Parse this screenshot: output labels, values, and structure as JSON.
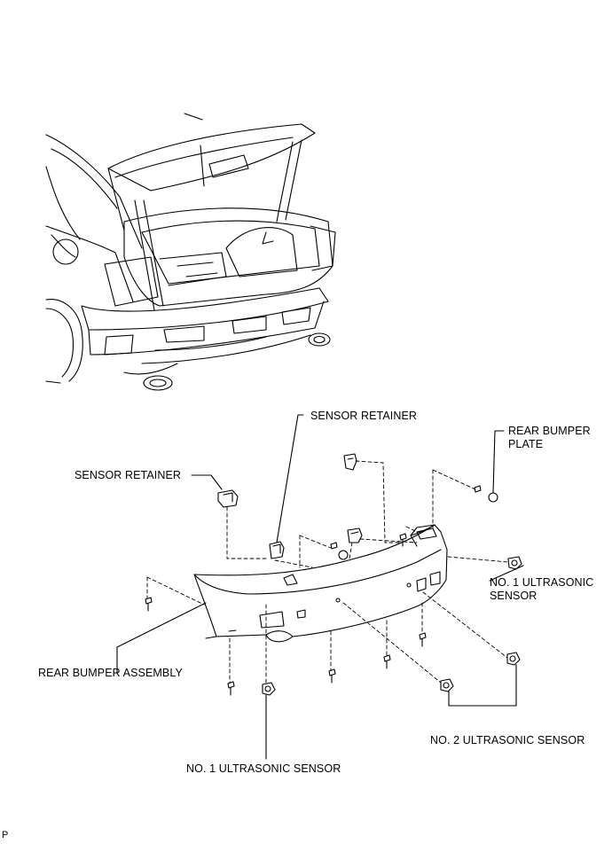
{
  "labels": {
    "sensor_retainer_top": "SENSOR RETAINER",
    "sensor_retainer_left": "SENSOR RETAINER",
    "rear_bumper_plate": "REAR BUMPER\nPLATE",
    "no1_sensor_right": "NO. 1 ULTRASONIC\nSENSOR",
    "rear_bumper_assembly": "REAR BUMPER ASSEMBLY",
    "no2_sensor": "NO. 2 ULTRASONIC SENSOR",
    "no1_sensor_bottom": "NO. 1 ULTRASONIC SENSOR"
  },
  "corner_mark": "P"
}
